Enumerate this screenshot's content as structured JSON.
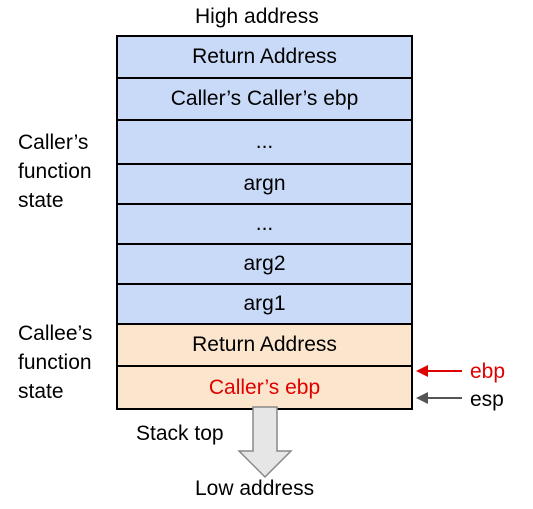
{
  "title_top": "High address",
  "title_bottom": "Low address",
  "stack_top_label": "Stack top",
  "groups": {
    "caller": "Caller’s\nfunction\nstate",
    "callee": "Callee’s\nfunction\nstate"
  },
  "cells": [
    {
      "label": "Return Address",
      "group": "caller"
    },
    {
      "label": "Caller’s Caller’s ebp",
      "group": "caller"
    },
    {
      "label": "...",
      "group": "caller"
    },
    {
      "label": "argn",
      "group": "caller"
    },
    {
      "label": "...",
      "group": "caller"
    },
    {
      "label": "arg2",
      "group": "caller"
    },
    {
      "label": "arg1",
      "group": "caller"
    },
    {
      "label": "Return Address",
      "group": "callee"
    },
    {
      "label": "Caller’s ebp",
      "group": "callee",
      "text_color": "#e00000"
    }
  ],
  "pointers": {
    "ebp": {
      "label": "ebp",
      "color": "#e00000"
    },
    "esp": {
      "label": "esp",
      "color": "#555555"
    }
  },
  "colors": {
    "caller_fill": "#c9daf8",
    "callee_fill": "#fce5cd",
    "arrow_fill": "#e6e6e6"
  }
}
